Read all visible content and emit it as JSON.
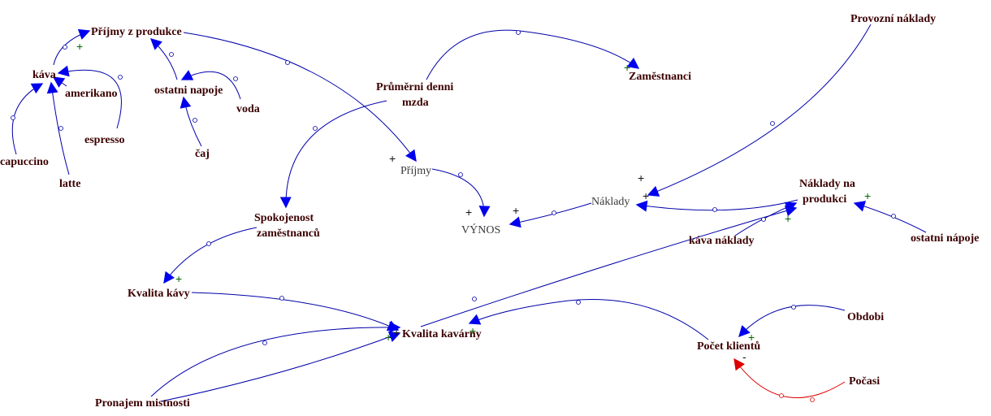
{
  "colors": {
    "arrow": "#0000aa",
    "arrowhead": "#0000ee",
    "negative": "#dd0000",
    "plus_green": "#006600",
    "plus_dark": "#111111",
    "text": "#3c0000"
  },
  "nodes": {
    "prijmy_z_produkce": "Příjmy z produkce",
    "kava": "káva",
    "amerikano": "amerikano",
    "espresso": "espresso",
    "capuccino": "capuccino",
    "latte": "latte",
    "ostatni_napoje": "ostatni napoje",
    "voda": "voda",
    "caj": "čaj",
    "prumerna_mzda_1": "Průměrni denni",
    "prumerna_mzda_2": "mzda",
    "zamestnanci": "Zaměstnanci",
    "provozni_naklady": "Provozní náklady",
    "prijmy": "Příjmy",
    "vynos": "VÝNOS",
    "naklady": "Náklady",
    "naklady_na_produkci_1": "Náklady na",
    "naklady_na_produkci_2": "produkci",
    "kava_naklady": "káva náklady",
    "ostatni_napoje_2": "ostatni nápoje",
    "spokojenost_1": "Spokojenost",
    "spokojenost_2": "zaměstnanců",
    "kvalita_kavy": "Kvalita kávy",
    "kvalita_kavarny": "Kvalita kavárny",
    "pronajem": "Pronajem mistnosti",
    "pocet_klientu": "Počet klientů",
    "obdobi": "Obdobi",
    "pocasi": "Počasi"
  },
  "polarities": {
    "plus": "+",
    "minus": "-"
  }
}
